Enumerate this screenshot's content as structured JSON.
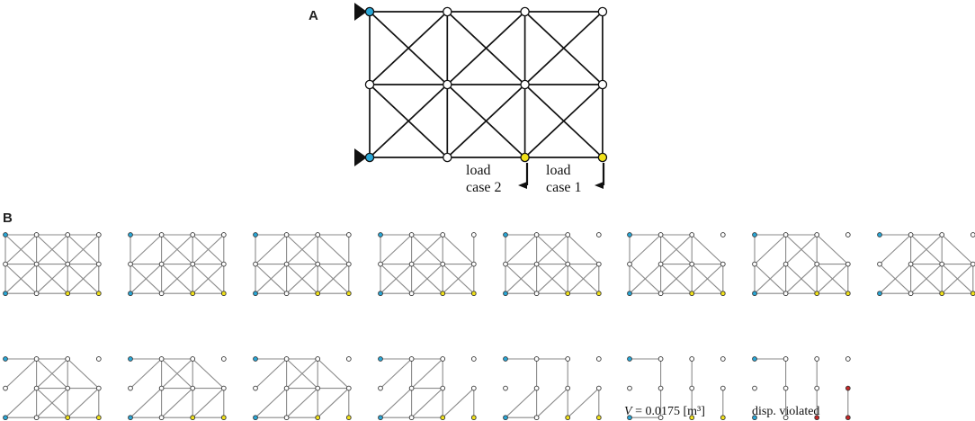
{
  "panel_a": {
    "label": "A",
    "load_case_2": [
      "load",
      "case 2"
    ],
    "load_case_1": [
      "load",
      "case 1"
    ]
  },
  "panel_b": {
    "label": "B",
    "volume_prefix": "V",
    "volume_value": " = 0.0175 [m³]",
    "violation_label": "disp. violated"
  },
  "colors": {
    "support_node": "#29a8d8",
    "load_node": "#f2e21a",
    "violated_node": "#c62828",
    "member": "#111111",
    "thin_member": "#8a8a8a",
    "free_node": "#ffffff"
  }
}
